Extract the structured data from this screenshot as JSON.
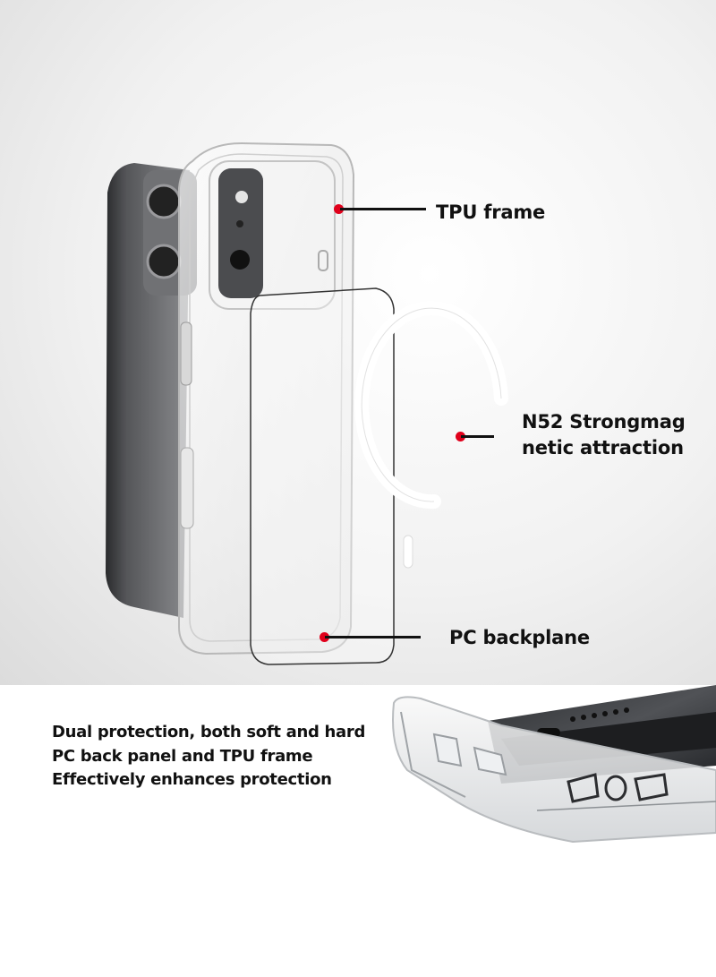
{
  "callouts": {
    "tpu_frame": "TPU frame",
    "magnetic_line1": "N52 Strongmag",
    "magnetic_line2": "netic attraction",
    "pc_backplane": "PC backplane"
  },
  "description": {
    "line1": "Dual protection, both soft and hard",
    "line2": "PC back panel and TPU frame",
    "line3": "Effectively enhances protection"
  },
  "colors": {
    "accent_dot": "#e0001b",
    "text": "#111111",
    "phone_body": "#3a3b3d"
  }
}
